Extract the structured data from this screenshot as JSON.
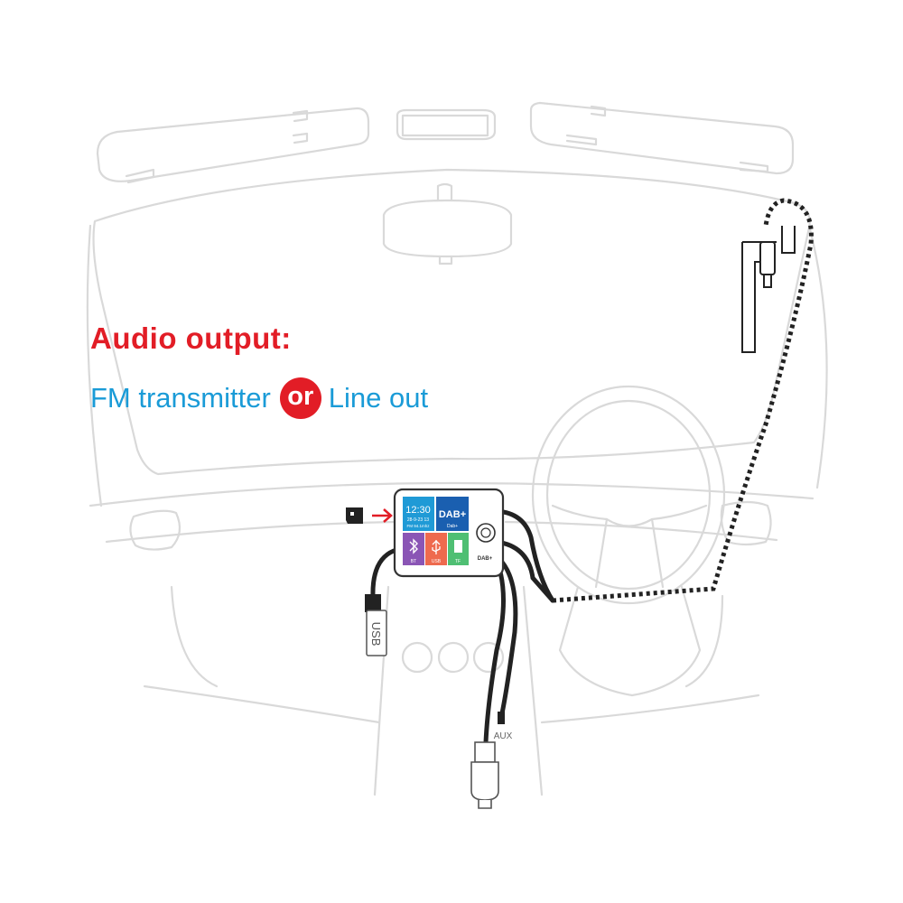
{
  "heading": {
    "title": "Audio output:",
    "subtitle_left": "FM transmitter",
    "subtitle_or": "or",
    "subtitle_right": "Line out"
  },
  "device": {
    "clock_time": "12:30",
    "clock_date": "28-9-23 13",
    "clock_extra": "FM 94.1mhz",
    "dab_logo": "DAB+",
    "dab_sub": "Dab+",
    "brand_label": "DAB+",
    "tiles": [
      {
        "label": "BT",
        "color": "#8a55b5",
        "icon": "bluetooth-icon"
      },
      {
        "label": "USB",
        "color": "#ee6a4e",
        "icon": "usb-icon"
      },
      {
        "label": "TF",
        "color": "#4fbf73",
        "icon": "sd-card-icon"
      }
    ]
  },
  "labels": {
    "usb_plug": "USB",
    "aux_plug": "AUX"
  },
  "colors": {
    "heading_red": "#e21d26",
    "subtitle_blue": "#1a9bd7",
    "or_badge_red": "#e21d26",
    "outline_gray": "#d9d9d9",
    "cable_dark": "#222222",
    "screen_clock_blue": "#1f9ad6",
    "screen_dab_blue": "#1a5fb0"
  }
}
